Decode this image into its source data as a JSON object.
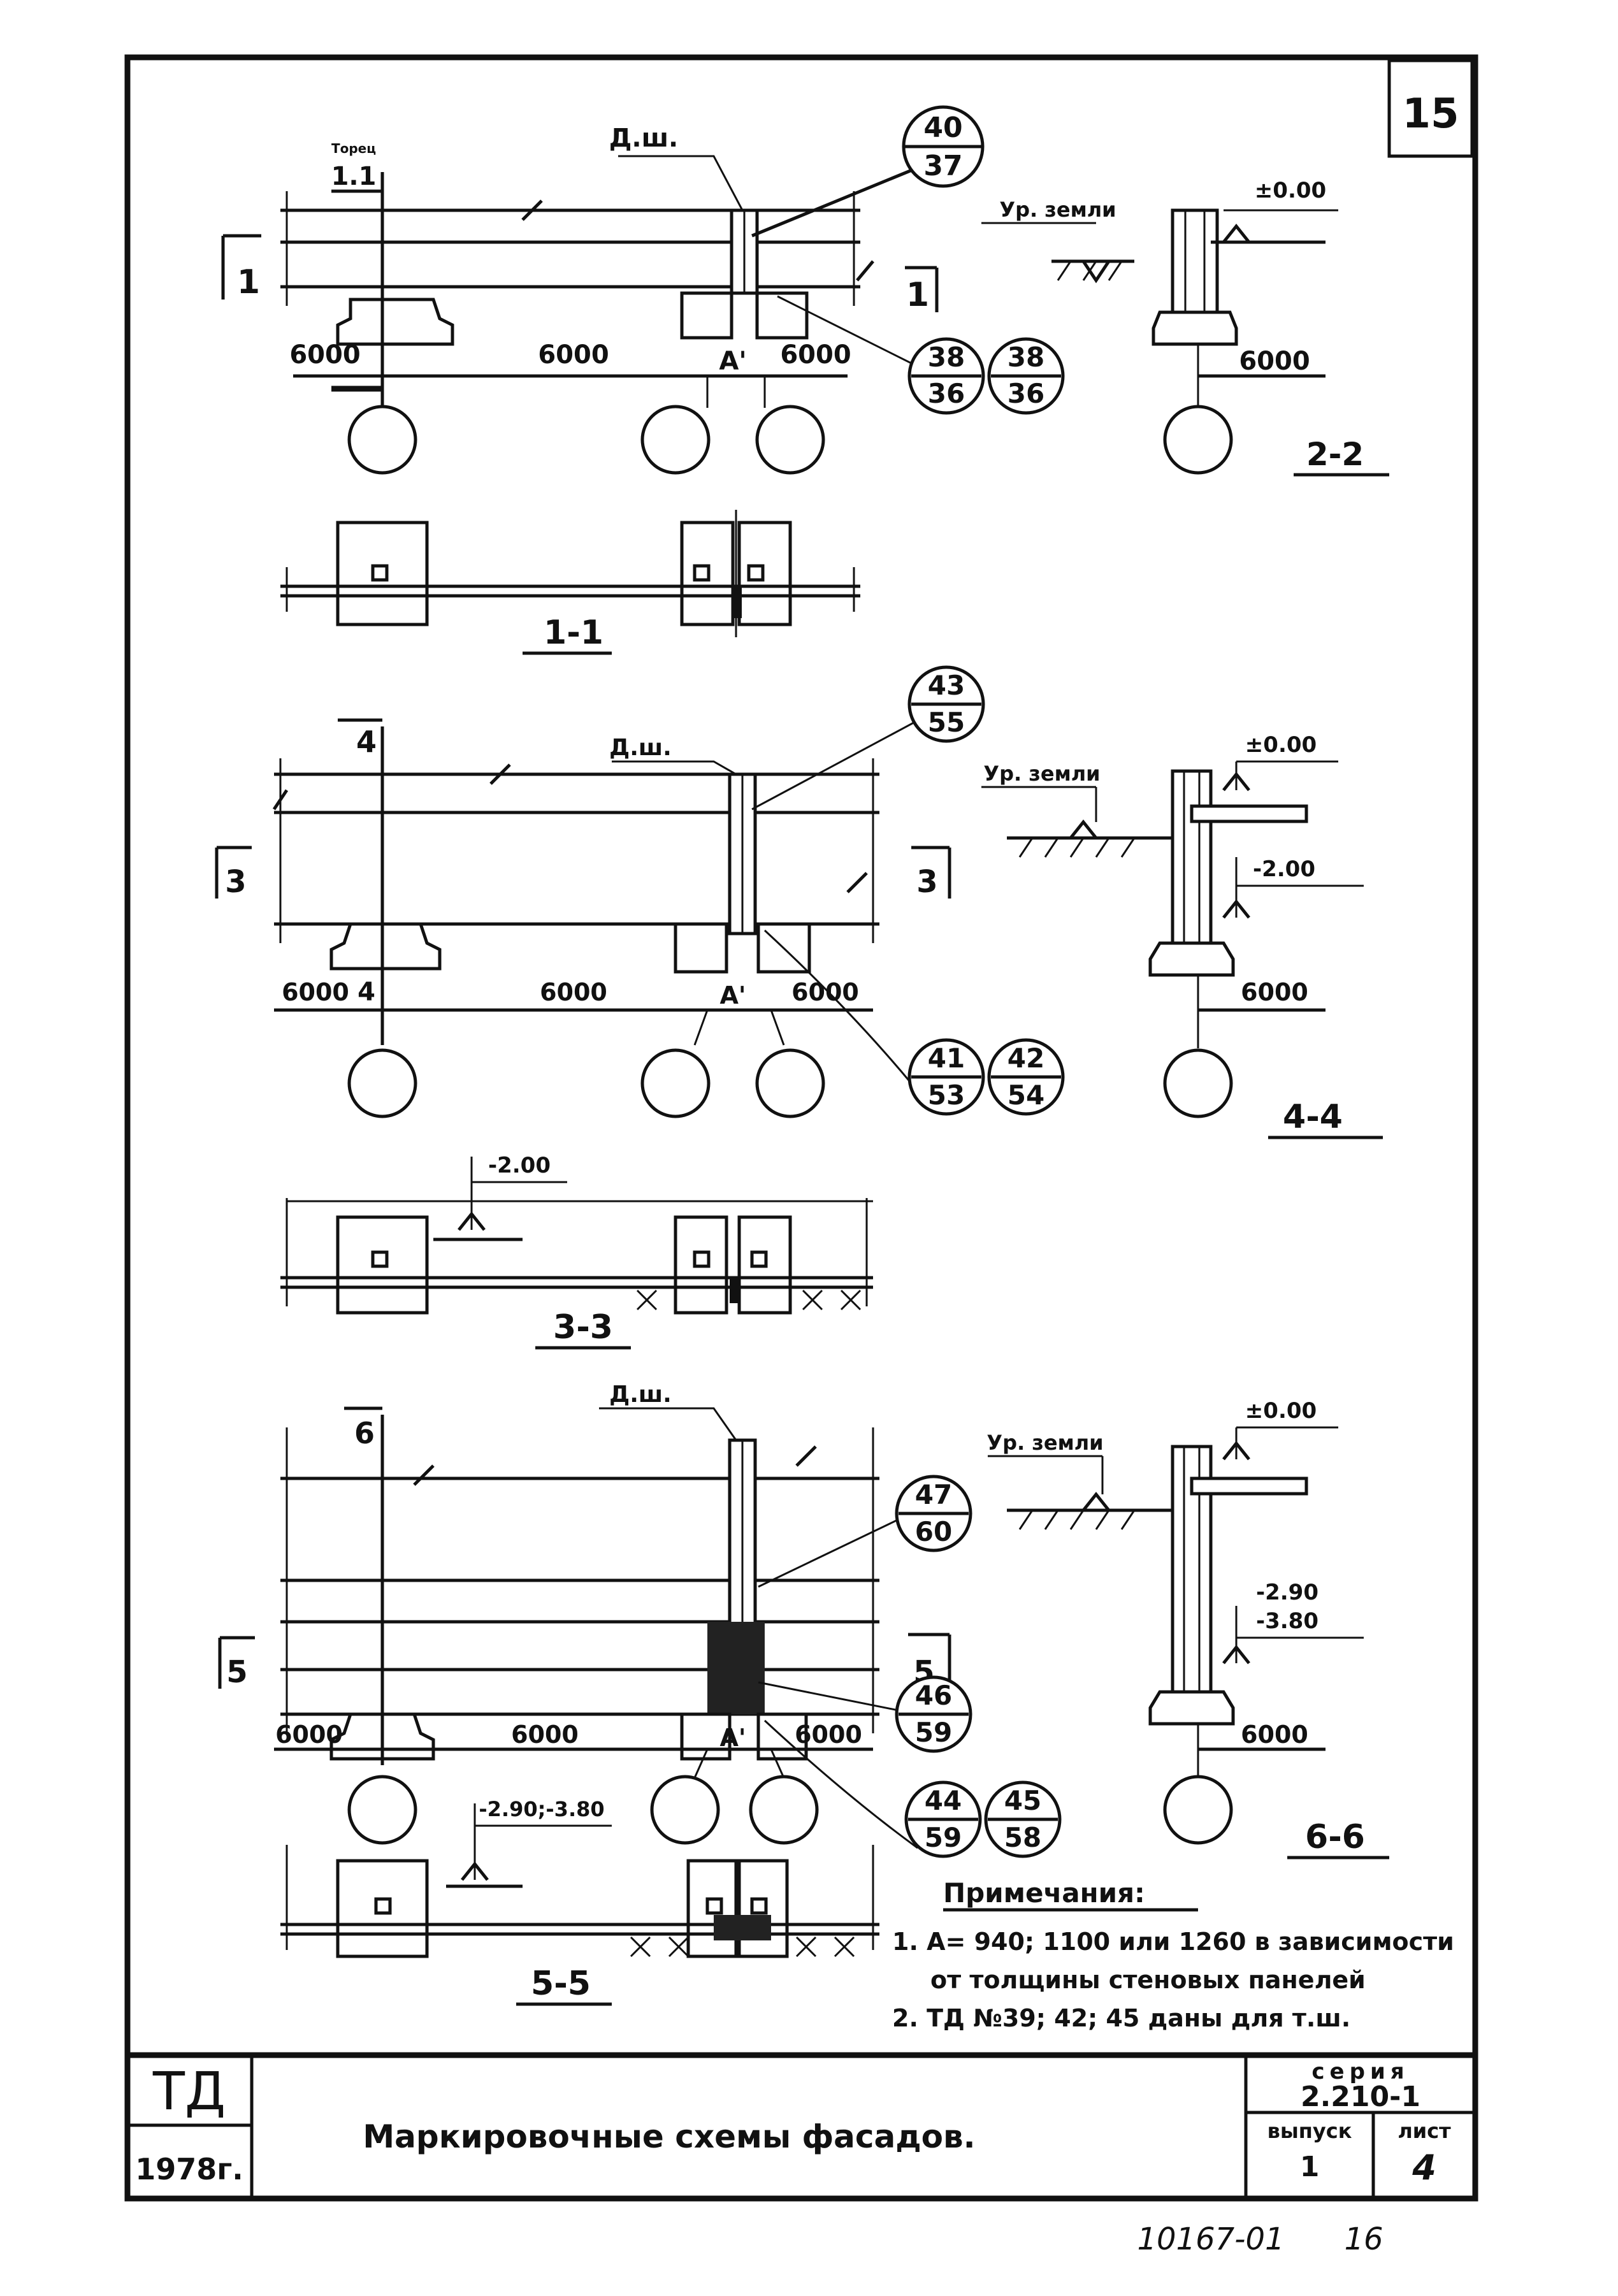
{
  "sheet": {
    "number": "15",
    "title": "Маркировочные схемы фасадов.",
    "org": "ТД",
    "year": "1978г.",
    "series_label": "серия",
    "series_value": "2.210-1",
    "issue_label": "выпуск",
    "issue_value": "1",
    "list_label": "лист",
    "list_value": "4",
    "footer_code": "10167-01",
    "footer_page": "16"
  },
  "notes": {
    "heading": "Примечания:",
    "line1": "1. А= 940; 1100 или 1260 в зависимости",
    "line2": "от толщины стеновых панелей",
    "line3": "2. ТД №39; 42; 45 даны для т.ш."
  },
  "common": {
    "dim": "6000",
    "joint": "Д.ш.",
    "axis_a": "А'",
    "ground": "Ур. земли",
    "zero": "±0.00",
    "m200": "-2.00",
    "m290": "-2.90",
    "m380": "-3.80",
    "m290_380": "-2.90;-3.80",
    "partition": "Торец",
    "partition_sub": "1.1"
  },
  "block1": {
    "section_main": "1",
    "section_side": "2-2",
    "section_plan": "1-1",
    "tag_top": {
      "n": "40",
      "d": "37"
    },
    "tag_bot1": {
      "n": "38",
      "d": "36"
    },
    "tag_bot2": {
      "n": "38",
      "d": "36"
    }
  },
  "block2": {
    "section_main": "3",
    "section_col": "4",
    "section_side": "4-4",
    "section_plan": "3-3",
    "tag_top": {
      "n": "43",
      "d": "55"
    },
    "tag_bot1": {
      "n": "41",
      "d": "53"
    },
    "tag_bot2": {
      "n": "42",
      "d": "54"
    }
  },
  "block3": {
    "section_main": "5",
    "section_col": "6",
    "section_side": "6-6",
    "section_plan": "5-5",
    "tag_top": {
      "n": "47",
      "d": "60"
    },
    "tag_mid": {
      "n": "46",
      "d": "59"
    },
    "tag_bot1": {
      "n": "44",
      "d": "59"
    },
    "tag_bot2": {
      "n": "45",
      "d": "58"
    }
  }
}
